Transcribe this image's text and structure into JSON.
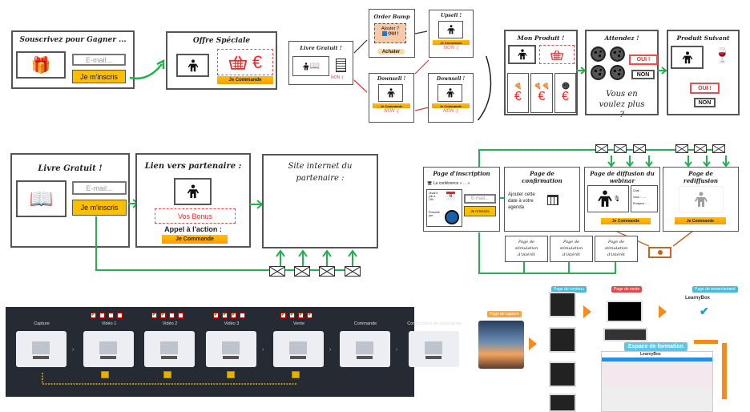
{
  "funnel1": {
    "title": "Souscrivez pour Gagner ...",
    "email_placeholder": "E-mail...",
    "button": "Je m'inscris"
  },
  "funnel2": {
    "title": "Offre Spéciale",
    "cta": "Je Commande",
    "currency": "€"
  },
  "funnel3": {
    "title": "Livre Gratuit !",
    "no": "NON :(",
    "order_bump": {
      "title": "Order Bump",
      "add": "Ajouter ?",
      "yes": "OUI !",
      "buy": "Achater"
    },
    "upsell": {
      "title": "Upsell !",
      "cta": "Je Commande",
      "no": "NON :("
    },
    "downsell1": {
      "title": "Downsell !",
      "cta": "Je Commande",
      "no": "NON :("
    },
    "downsell2": {
      "title": "Downsell !",
      "cta": "Je Commande",
      "no": "NON :("
    }
  },
  "funnel4": {
    "product": {
      "title": "Mon Produit !",
      "currency": "€"
    },
    "wait": {
      "title": "Attendez !",
      "yes": "OUI !",
      "no": "NON",
      "question": "Vous en voulez plus ?"
    },
    "next": {
      "title": "Produit Suivant",
      "yes": "OUI !",
      "no": "NON"
    }
  },
  "funnel5": {
    "free_book": {
      "title": "Livre Gratuit !",
      "email_placeholder": "E-mail...",
      "button": "Je m'inscris"
    },
    "partner_link": {
      "title": "Lien vers partenaire :",
      "bonus": "Vos Bonus",
      "call": "Appel à l'action :",
      "cta": "Je Commande"
    },
    "partner_site": {
      "title": "Site internet du partenaire :"
    }
  },
  "webinar": {
    "signup": {
      "title": "Page d'inscription",
      "conf": "La conférence « ... »",
      "date_day": "6",
      "date_text": "Jeudi 6 juin à 19h",
      "presenter": "Présenté par :",
      "email_placeholder": "E-mail...",
      "button": "Je m'inscris"
    },
    "confirm": {
      "title": "Page de confirmation",
      "text": "Ajouter cette date à votre agenda"
    },
    "broadcast": {
      "title": "Page de diffusion du webinar",
      "chat1": "Chat :",
      "chat2": "Vous : ......",
      "chat3": "Prospect : ...",
      "cta": "Je Commande"
    },
    "replay": {
      "title": "Page de rediffusion",
      "cta": "Je Commande"
    },
    "stimulation": [
      "Page de stimulation d'intérêt",
      "Page de stimulation d'intérêt",
      "Page de stimulation d'intérêt"
    ]
  },
  "video_funnel": {
    "steps": [
      {
        "label": "Capture",
        "checks": []
      },
      {
        "label": "Vidéo 1",
        "checks": [
          true,
          false,
          false,
          false
        ]
      },
      {
        "label": "Vidéo 2",
        "checks": [
          true,
          true,
          false,
          false
        ]
      },
      {
        "label": "Vidéo 3",
        "checks": [
          true,
          true,
          true,
          false
        ]
      },
      {
        "label": "Vente",
        "checks": [
          true,
          true,
          true,
          true
        ]
      },
      {
        "label": "Commande",
        "checks": []
      },
      {
        "label": "Confirmation de commande",
        "checks": []
      }
    ]
  },
  "course_funnel": {
    "capture": "Page de capture",
    "content": "Page de contenu",
    "sales": "Page de vente",
    "thanks": "Page de remerciement",
    "training": "Espace de formation",
    "brand": "LearnyBox"
  },
  "colors": {
    "green": "#22b14c",
    "orange": "#f58a1f",
    "red": "#ff3333",
    "yellow": "#fbbf00",
    "dark": "#262b33"
  }
}
